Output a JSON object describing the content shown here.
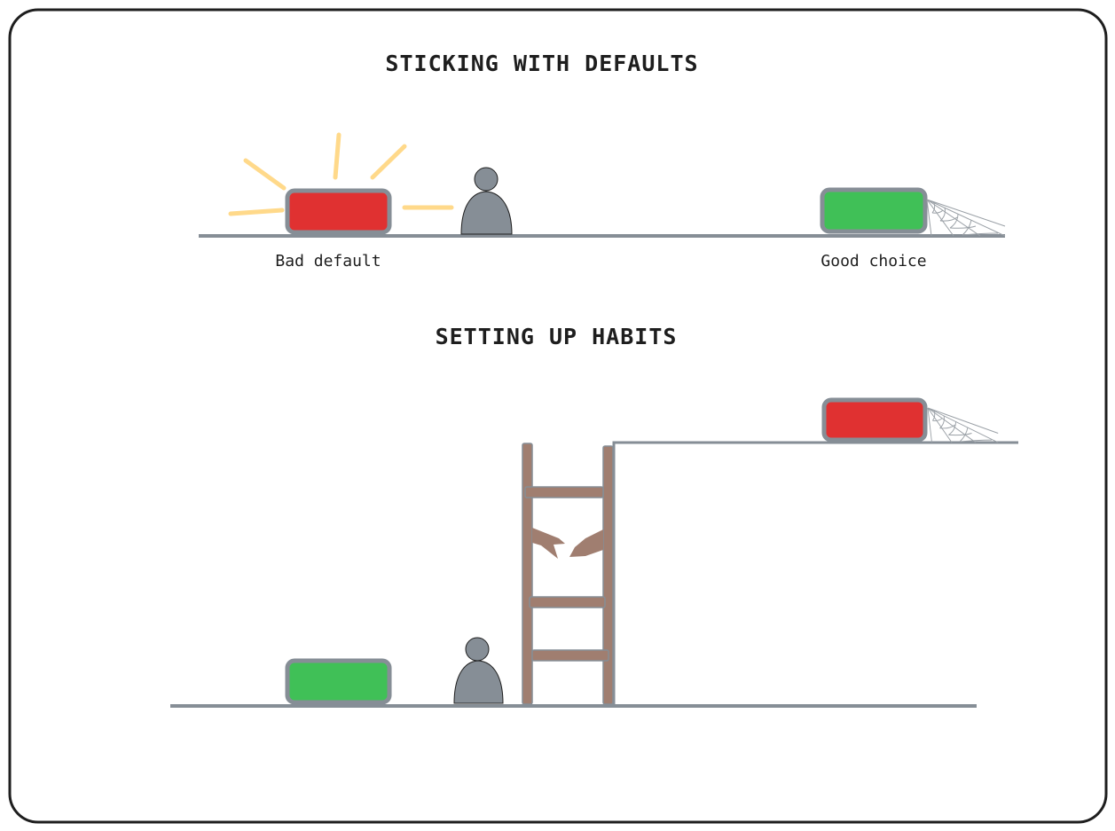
{
  "top_section": {
    "title": "STICKING WITH DEFAULTS",
    "bad_label": "Bad default",
    "good_label": "Good choice"
  },
  "bottom_section": {
    "title": "SETTING UP HABITS"
  },
  "colors": {
    "bad": "#e03131",
    "good": "#40c057",
    "stroke": "#868e96",
    "rays": "#ffd98a",
    "ladder": "#a07e70",
    "frame": "#1e1e1e"
  }
}
